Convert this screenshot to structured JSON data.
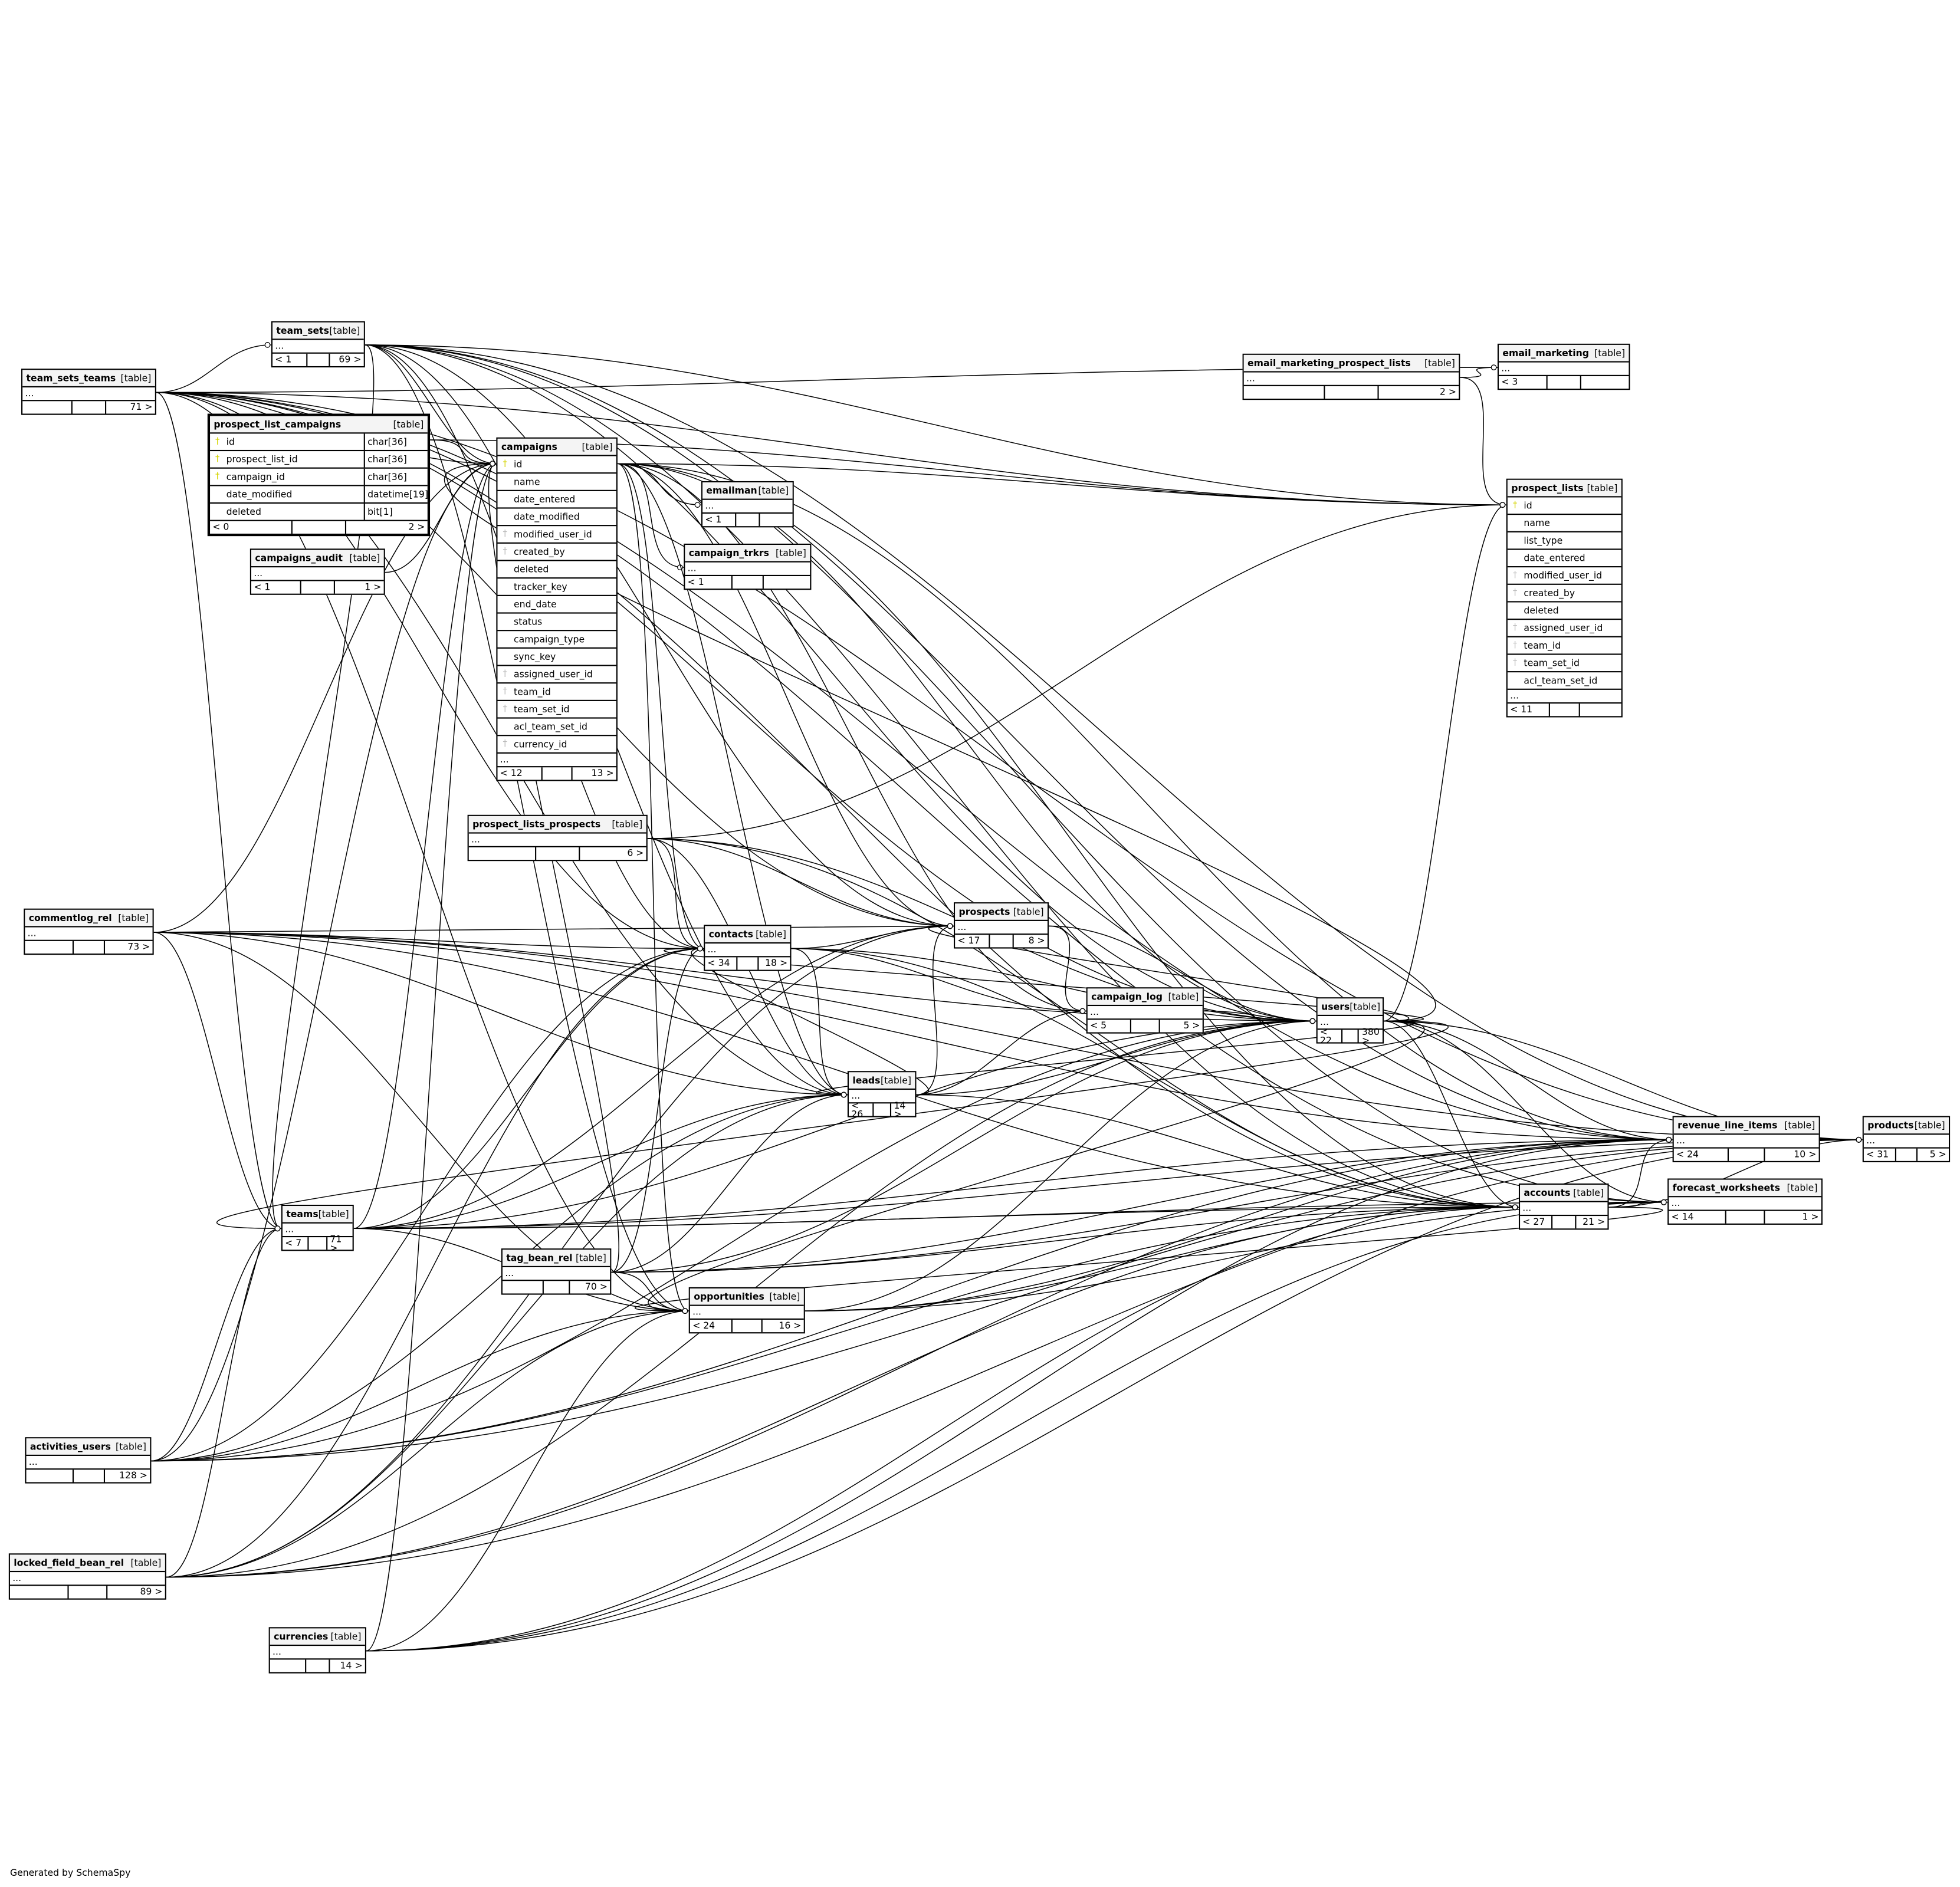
{
  "footer_text": "Generated by SchemaSpy",
  "type_label": "[table]",
  "ellipsis": "...",
  "tables": [
    {
      "id": "team_sets",
      "name": "team_sets",
      "left": "< 1",
      "right": "69 >"
    },
    {
      "id": "team_sets_teams",
      "name": "team_sets_teams",
      "left": "",
      "right": "71 >"
    },
    {
      "id": "prospect_list_campaigns",
      "name": "prospect_list_campaigns",
      "left": "< 0",
      "right": "2 >",
      "bold": true,
      "columns": [
        {
          "name": "id",
          "type": "char[36]",
          "key": "pk"
        },
        {
          "name": "prospect_list_id",
          "type": "char[36]",
          "key": "pk"
        },
        {
          "name": "campaign_id",
          "type": "char[36]",
          "key": "pk"
        },
        {
          "name": "date_modified",
          "type": "datetime[19]",
          "key": ""
        },
        {
          "name": "deleted",
          "type": "bit[1]",
          "key": ""
        }
      ]
    },
    {
      "id": "campaigns_audit",
      "name": "campaigns_audit",
      "left": "< 1",
      "right": "1 >"
    },
    {
      "id": "campaigns",
      "name": "campaigns",
      "left": "< 12",
      "right": "13 >",
      "columns": [
        {
          "name": "id",
          "key": "pk"
        },
        {
          "name": "name",
          "key": ""
        },
        {
          "name": "date_entered",
          "key": ""
        },
        {
          "name": "date_modified",
          "key": ""
        },
        {
          "name": "modified_user_id",
          "key": "fk"
        },
        {
          "name": "created_by",
          "key": "fk"
        },
        {
          "name": "deleted",
          "key": ""
        },
        {
          "name": "tracker_key",
          "key": ""
        },
        {
          "name": "end_date",
          "key": ""
        },
        {
          "name": "status",
          "key": ""
        },
        {
          "name": "campaign_type",
          "key": ""
        },
        {
          "name": "sync_key",
          "key": ""
        },
        {
          "name": "assigned_user_id",
          "key": "fk"
        },
        {
          "name": "team_id",
          "key": "fk"
        },
        {
          "name": "team_set_id",
          "key": "fk"
        },
        {
          "name": "acl_team_set_id",
          "key": ""
        },
        {
          "name": "currency_id",
          "key": "fk"
        }
      ]
    },
    {
      "id": "emailman",
      "name": "emailman",
      "left": "< 1",
      "right": ""
    },
    {
      "id": "campaign_trkrs",
      "name": "campaign_trkrs",
      "left": "< 1",
      "right": ""
    },
    {
      "id": "email_marketing_prospect_lists",
      "name": "email_marketing_prospect_lists",
      "left": "",
      "right": "2 >"
    },
    {
      "id": "email_marketing",
      "name": "email_marketing",
      "left": "< 3",
      "right": ""
    },
    {
      "id": "prospect_lists",
      "name": "prospect_lists",
      "left": "< 11",
      "right": "",
      "columns": [
        {
          "name": "id",
          "key": "pk"
        },
        {
          "name": "name",
          "key": ""
        },
        {
          "name": "list_type",
          "key": ""
        },
        {
          "name": "date_entered",
          "key": ""
        },
        {
          "name": "modified_user_id",
          "key": "fk"
        },
        {
          "name": "created_by",
          "key": "fk"
        },
        {
          "name": "deleted",
          "key": ""
        },
        {
          "name": "assigned_user_id",
          "key": "fk"
        },
        {
          "name": "team_id",
          "key": "fk"
        },
        {
          "name": "team_set_id",
          "key": "fk"
        },
        {
          "name": "acl_team_set_id",
          "key": ""
        }
      ]
    },
    {
      "id": "prospect_lists_prospects",
      "name": "prospect_lists_prospects",
      "left": "",
      "right": "6 >"
    },
    {
      "id": "commentlog_rel",
      "name": "commentlog_rel",
      "left": "",
      "right": "73 >"
    },
    {
      "id": "contacts",
      "name": "contacts",
      "left": "< 34",
      "right": "18 >"
    },
    {
      "id": "prospects",
      "name": "prospects",
      "left": "< 17",
      "right": "8 >"
    },
    {
      "id": "campaign_log",
      "name": "campaign_log",
      "left": "< 5",
      "right": "5 >"
    },
    {
      "id": "users",
      "name": "users",
      "left": "< 22",
      "right": "380 >"
    },
    {
      "id": "leads",
      "name": "leads",
      "left": "< 26",
      "right": "14 >"
    },
    {
      "id": "revenue_line_items",
      "name": "revenue_line_items",
      "left": "< 24",
      "right": "10 >"
    },
    {
      "id": "products",
      "name": "products",
      "left": "< 31",
      "right": "5 >"
    },
    {
      "id": "forecast_worksheets",
      "name": "forecast_worksheets",
      "left": "< 14",
      "right": "1 >"
    },
    {
      "id": "accounts",
      "name": "accounts",
      "left": "< 27",
      "right": "21 >"
    },
    {
      "id": "teams",
      "name": "teams",
      "left": "< 7",
      "right": "71 >"
    },
    {
      "id": "tag_bean_rel",
      "name": "tag_bean_rel",
      "left": "",
      "right": "70 >"
    },
    {
      "id": "opportunities",
      "name": "opportunities",
      "left": "< 24",
      "right": "16 >"
    },
    {
      "id": "activities_users",
      "name": "activities_users",
      "left": "",
      "right": "128 >"
    },
    {
      "id": "locked_field_bean_rel",
      "name": "locked_field_bean_rel",
      "left": "",
      "right": "89 >"
    },
    {
      "id": "currencies",
      "name": "currencies",
      "left": "",
      "right": "14 >"
    }
  ]
}
